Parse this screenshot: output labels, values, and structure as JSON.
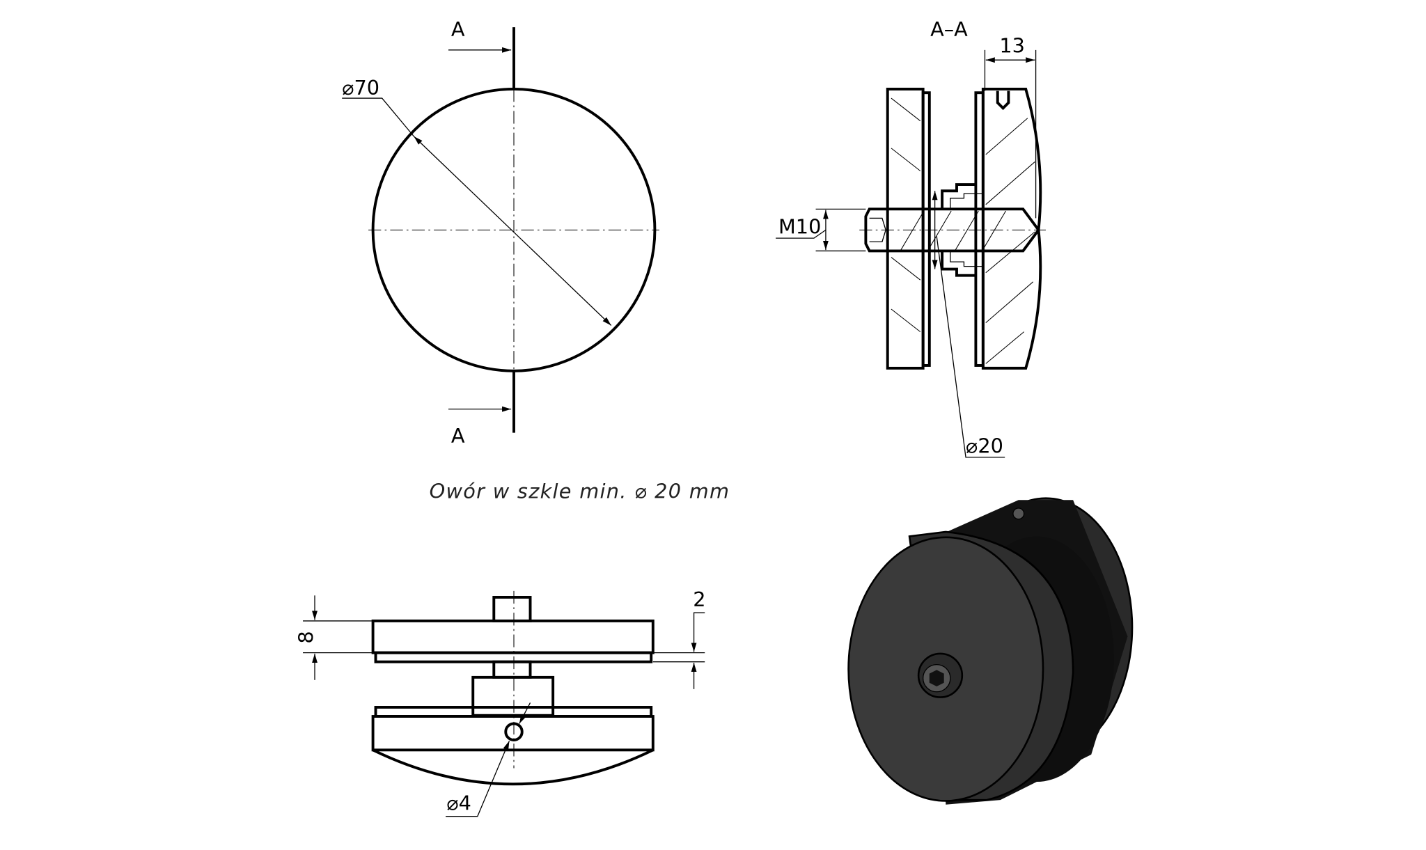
{
  "front_view": {
    "section_marker_top": "A",
    "section_marker_bottom": "A",
    "diameter_label": "⌀70"
  },
  "section_view": {
    "title": "A–A",
    "width_label": "13",
    "thread_label": "M10",
    "hole_diameter_label": "⌀20"
  },
  "note": "Owór w szkle min. ⌀ 20 mm",
  "side_view": {
    "thickness_label": "8",
    "gap_label": "2",
    "hole_label": "⌀4"
  },
  "render_colors": {
    "body": "#2e2e2e",
    "face": "#3a3a3a",
    "dark": "#0f0f0f"
  }
}
